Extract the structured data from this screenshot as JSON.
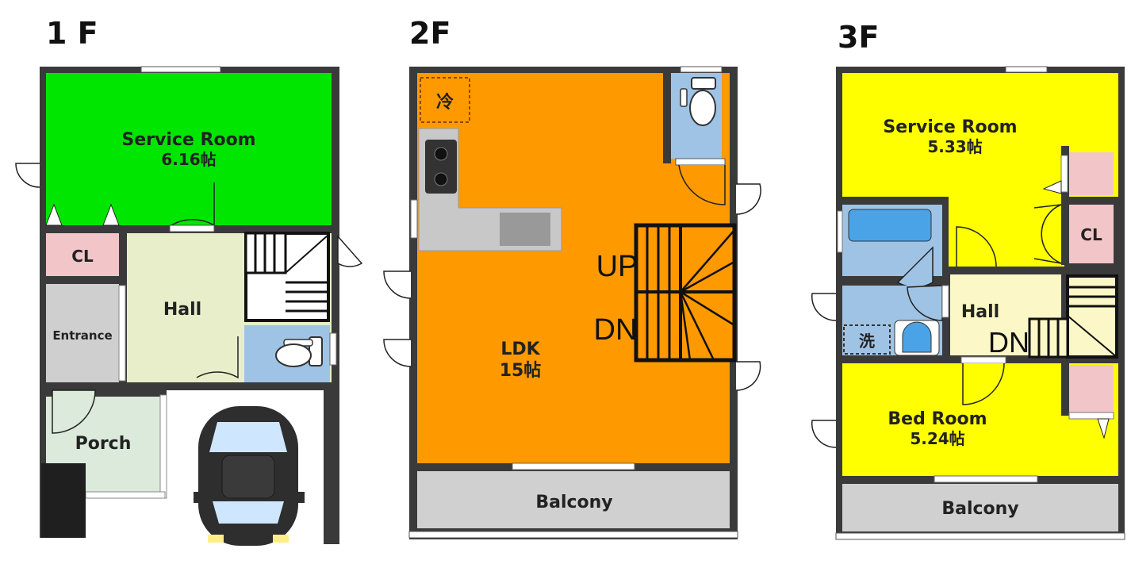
{
  "floors": {
    "f1": {
      "label": "1 F",
      "rooms": {
        "service_room": {
          "name": "Service Room",
          "size": "6.16帖"
        },
        "cl": "CL",
        "hall": "Hall",
        "entrance": "Entrance",
        "porch": "Porch"
      }
    },
    "f2": {
      "label": "2F",
      "rooms": {
        "ldk": {
          "name": "LDK",
          "size": "15帖"
        },
        "fridge": "冷",
        "balcony": "Balcony",
        "up": "UP",
        "dn": "DN"
      }
    },
    "f3": {
      "label": "3F",
      "rooms": {
        "service_room": {
          "name": "Service Room",
          "size": "5.33帖"
        },
        "cl": "CL",
        "hall": "Hall",
        "dn": "DN",
        "washer": "洗",
        "bed_room": {
          "name": "Bed Room",
          "size": "5.24帖"
        },
        "balcony": "Balcony"
      }
    }
  },
  "colors": {
    "green_room": "#00e600",
    "hall_1f": "#e8eec9",
    "pink_closet": "#f2c6c8",
    "blue_wet": "#9fc3e4",
    "entrance_gray": "#cfcfcf",
    "porch": "#dbeadb",
    "orange_ldk": "#ff9900",
    "kitchen_gray": "#c8c8c8",
    "balcony_gray": "#d0d0d0",
    "yellow_room": "#ffff00",
    "hall_3f": "#fbf7c6",
    "wall": "#3a3a3a"
  }
}
